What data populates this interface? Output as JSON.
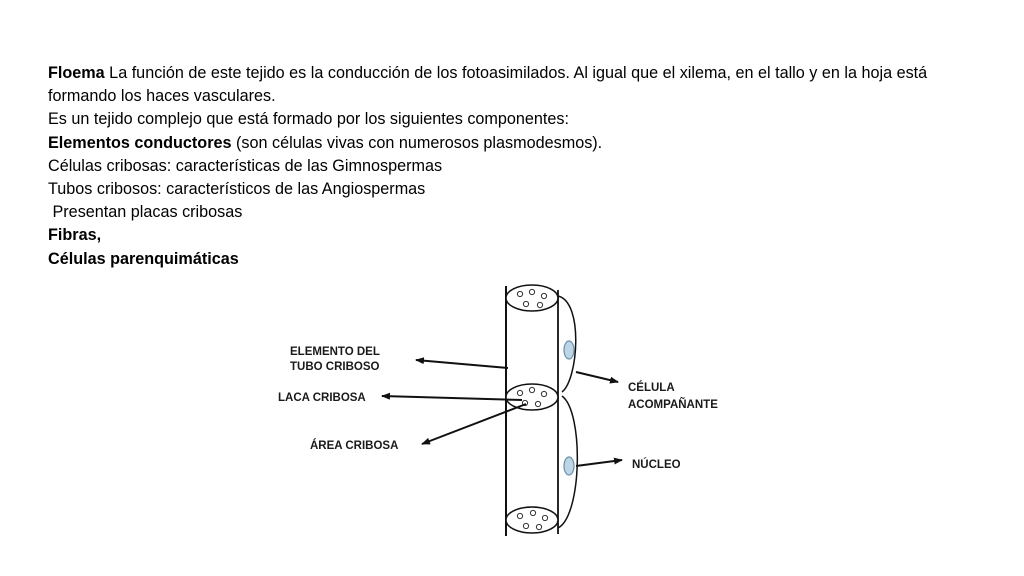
{
  "text": {
    "p1_bold": "Floema",
    "p1_rest": " La función de este tejido es la conducción de los fotoasimilados. Al igual que el xilema, en el tallo y en la hoja está formando los haces vasculares.",
    "p2": "Es un tejido complejo que está formado por los siguientes componentes:",
    "p3_bold": "Elementos conductores",
    "p3_rest": " (son células vivas con numerosos plasmodesmos).",
    "p4": "Células cribosas: características de las Gimnospermas",
    "p5": "Tubos cribosos: característicos de las Angiospermas",
    "p6": " Presentan placas cribosas",
    "p7_bold": "Fibras,",
    "p8_bold": "Células parenquimáticas"
  },
  "diagram": {
    "labels": {
      "elemento_line1": "ELEMENTO DEL",
      "elemento_line2": "TUBO CRIBOSO",
      "laca": "LACA CRIBOSA",
      "area": "ÁREA CRIBOSA",
      "celula_line1": "CÉLULA",
      "celula_line2": "ACOMPAÑANTE",
      "nucleo": "NÚCLEO"
    },
    "colors": {
      "line": "#111111",
      "nucleus_fill": "#bcd6e6",
      "nucleus_stroke": "#6a8fa6"
    }
  }
}
